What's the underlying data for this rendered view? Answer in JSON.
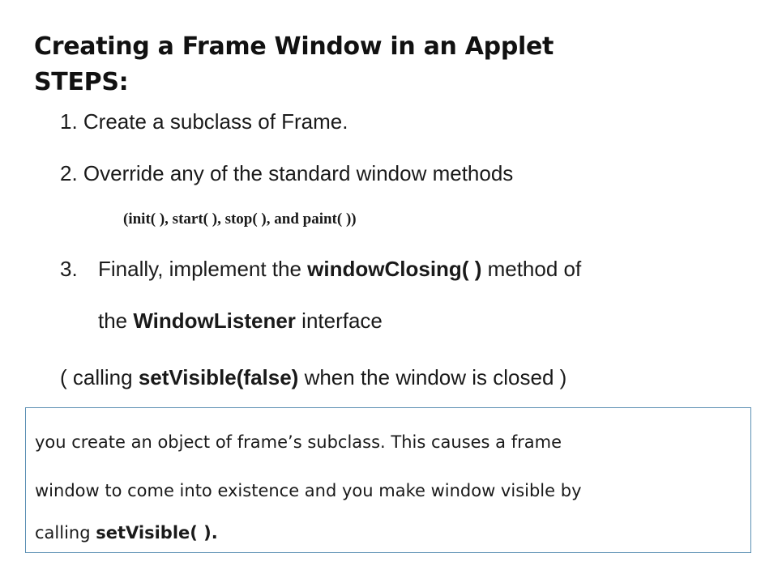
{
  "slide": {
    "title_line1": "Creating a Frame Window in an Applet",
    "title_line2": "STEPS:",
    "steps": [
      {
        "text": "1.  Create  a subclass of Frame."
      },
      {
        "text": "2. Override any of the standard window methods"
      },
      {
        "methods": "(init( ),   start( ), stop( ), and paint( ))"
      },
      {
        "number": "3.",
        "before": "Finally, implement the ",
        "bold": "windowClosing( )",
        "after": " method of",
        "cont_before": "the  ",
        "cont_bold": "WindowListener",
        "cont_after": " interface"
      },
      {
        "before": "( calling ",
        "bold": "setVisible(false)",
        "after": " when the window is closed )"
      }
    ],
    "note": {
      "line1": "you  create an object of frame’s  subclass. This causes a frame",
      "line2": "window to come into existence  and you make window visible by",
      "line3_before": "calling ",
      "line3_bold": "setVisible( )."
    }
  }
}
